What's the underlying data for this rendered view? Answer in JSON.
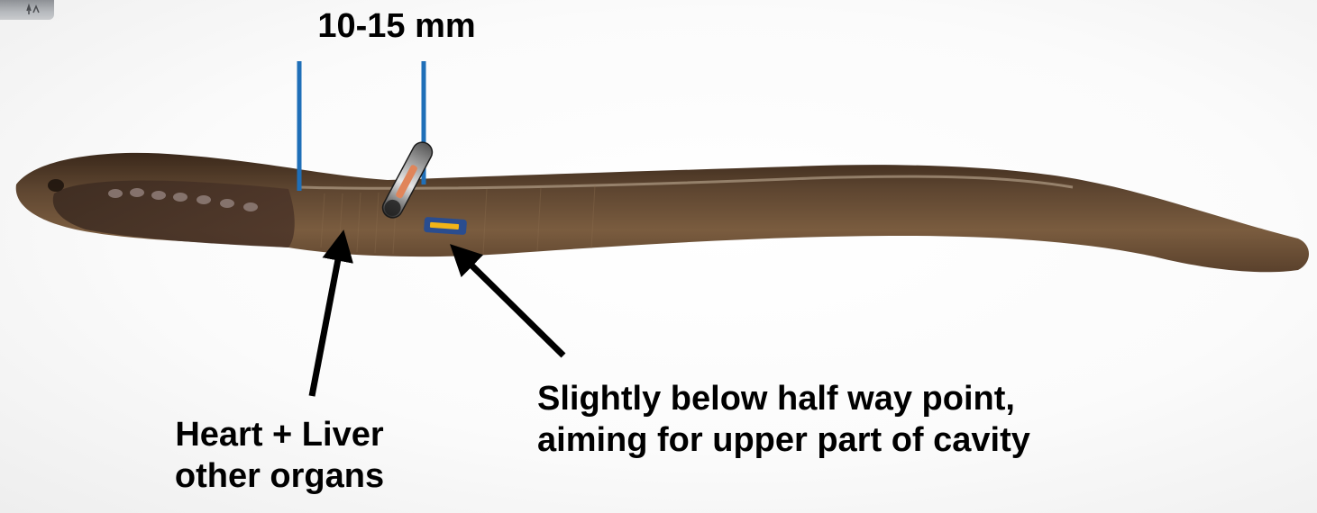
{
  "labels": {
    "measurement": "10-15 mm",
    "organs": {
      "line1": "Heart + Liver",
      "line2": "other organs"
    },
    "tag_position": {
      "line1": "Slightly below half way point,",
      "line2": "aiming for upper part of cavity"
    }
  },
  "colors": {
    "marker_line": "#1f6fb8",
    "arrow": "#000000",
    "eel_body": "#6e5238",
    "eel_belly": "#8b6a48",
    "eel_back": "#3e2a1a",
    "tag_marker": "#f2b416",
    "tag_outline": "#2a4d8f"
  },
  "icons": {
    "corner_image": "scale-bar-thumbnail",
    "pit_tag": "pit-tag-capsule-icon"
  }
}
